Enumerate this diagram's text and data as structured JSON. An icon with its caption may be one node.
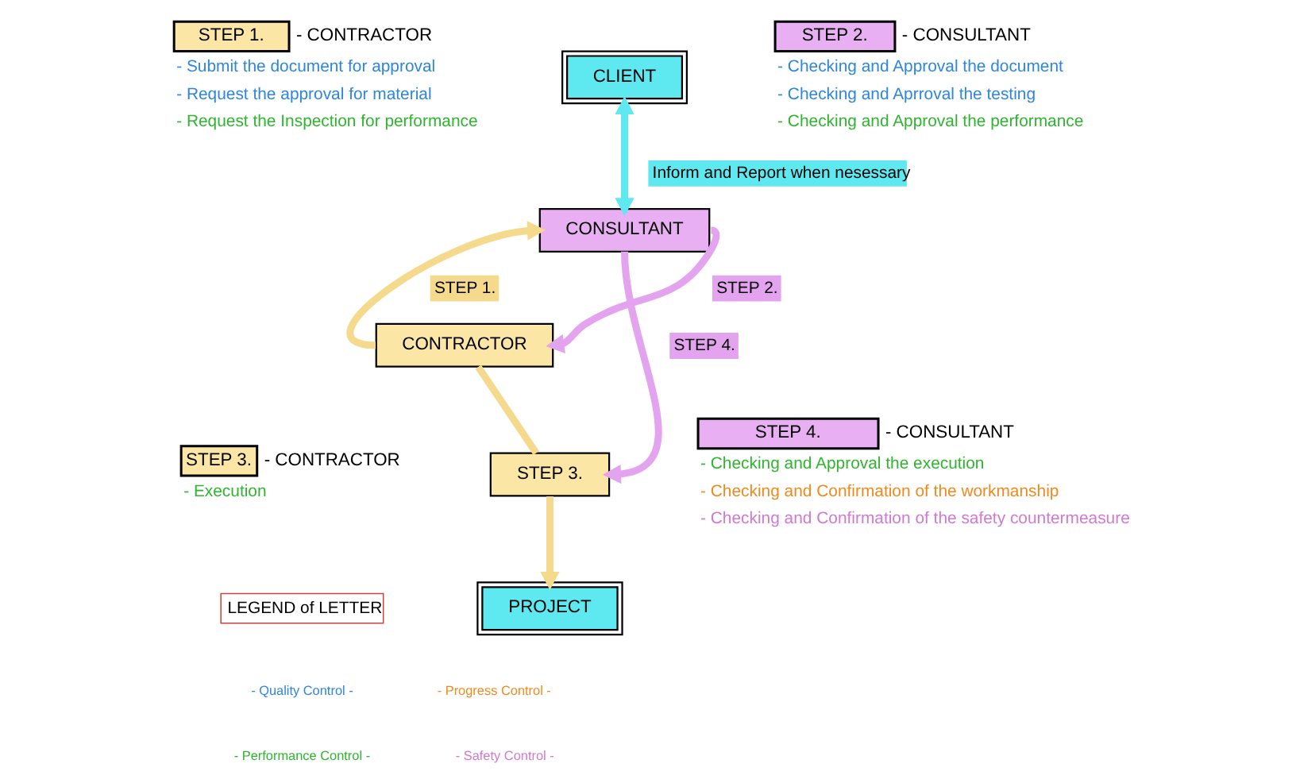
{
  "diagram": {
    "nodes": [
      {
        "text": [
          "CLIENT"
        ]
      },
      {
        "text": [
          "CONSULTANT"
        ]
      },
      {
        "text": [
          "CONTRACTOR"
        ]
      },
      {
        "text": [
          "STEP 3."
        ]
      },
      {
        "text": [
          "PROJECT"
        ]
      },
      {
        "text": [
          "STEP 1."
        ],
        "beside": [
          "- CONTRACTOR",
          "- Submit the document for approval",
          "- Request the approval for material",
          "- Request the Inspection for performance"
        ]
      },
      {
        "text": [
          "STEP 2."
        ],
        "beside": [
          "- CONSULTANT",
          "- Checking and Approval the document",
          "- Checking and Aprroval the testing",
          "- Checking and Approval the performance"
        ]
      },
      {
        "text": [
          "STEP 3."
        ],
        "beside": [
          "- CONTRACTOR",
          "- Execution"
        ]
      },
      {
        "text": [
          "STEP 4."
        ],
        "beside": [
          "- CONSULTANT",
          "- Checking and Approval the execution",
          "- Checking and Confirmation of the workmanship",
          "- Checking and Confirmation of the safety countermeasure"
        ]
      }
    ],
    "edges": [
      {
        "from": 0,
        "to": 1,
        "arrow": "both",
        "label": "Inform and Report when nesessary",
        "color": "#5ee8f0"
      },
      {
        "from": 2,
        "to": 1,
        "arrow": "to",
        "label": "STEP 1.",
        "color": "#f5d98c"
      },
      {
        "from": 1,
        "to": 2,
        "arrow": "to",
        "label": "STEP 2.",
        "color": "#e3a3ef"
      },
      {
        "from": 1,
        "to": 3,
        "arrow": "to",
        "label": "STEP 4.",
        "color": "#e3a3ef"
      },
      {
        "from": 2,
        "to": 3,
        "arrow": "none",
        "color": "#f5d98c"
      },
      {
        "from": 3,
        "to": 4,
        "arrow": "to",
        "color": "#f5d98c"
      }
    ],
    "labels": [
      "LEGEND of LETTER"
    ],
    "legend": [
      {
        "text": "- Quality Control -",
        "color": "#2e86de"
      },
      {
        "text": "- Progress Control -",
        "color": "#f08a1e"
      },
      {
        "text": "- Performance Control -",
        "color": "#2fb52f"
      },
      {
        "text": "- Safety Control -",
        "color": "#d07ad0"
      }
    ]
  }
}
